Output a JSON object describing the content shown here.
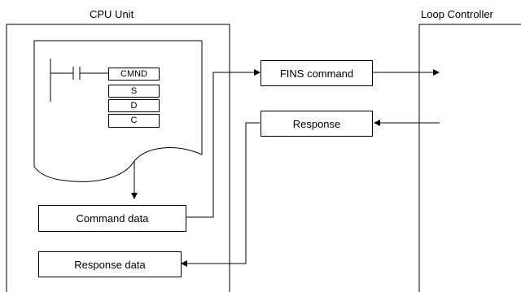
{
  "cpu_unit": {
    "title": "CPU Unit",
    "instruction": {
      "mnemonic": "CMND",
      "operands": [
        "S",
        "D",
        "C"
      ]
    },
    "command_data_label": "Command data",
    "response_data_label": "Response data"
  },
  "loop_controller": {
    "title": "Loop Controller"
  },
  "messages": {
    "fins_command": "FINS command",
    "response": "Response"
  }
}
